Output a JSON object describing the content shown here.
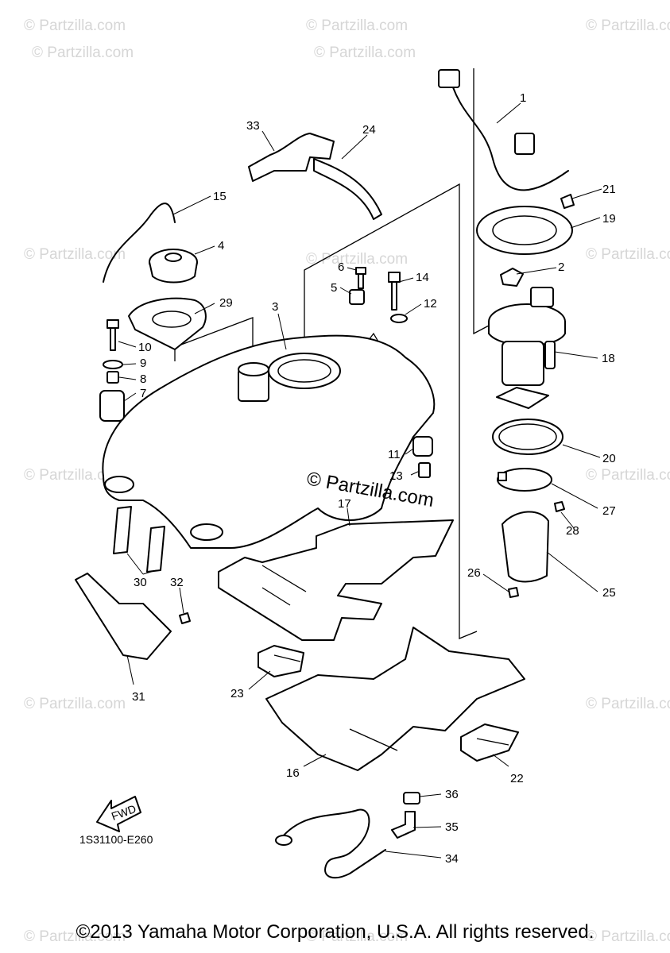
{
  "watermark": "© Partzilla.com",
  "center_watermark": "© Partzilla.com",
  "diagram_code": "1S31100-E260",
  "fwd_label": "FWD",
  "copyright": "©2013 Yamaha Motor Corporation, U.S.A. All rights reserved.",
  "callouts": {
    "c1": "1",
    "c2": "2",
    "c3": "3",
    "c4": "4",
    "c5": "5",
    "c6": "6",
    "c7": "7",
    "c8": "8",
    "c9": "9",
    "c10": "10",
    "c11": "11",
    "c12": "12",
    "c13": "13",
    "c14": "14",
    "c15": "15",
    "c16": "16",
    "c17": "17",
    "c18": "18",
    "c19": "19",
    "c20": "20",
    "c21": "21",
    "c22": "22",
    "c23": "23",
    "c24": "24",
    "c25": "25",
    "c26": "26",
    "c27": "27",
    "c28": "28",
    "c29": "29",
    "c30": "30",
    "c31": "31",
    "c32": "32",
    "c33": "33",
    "c34": "34",
    "c35": "35",
    "c36": "36"
  }
}
